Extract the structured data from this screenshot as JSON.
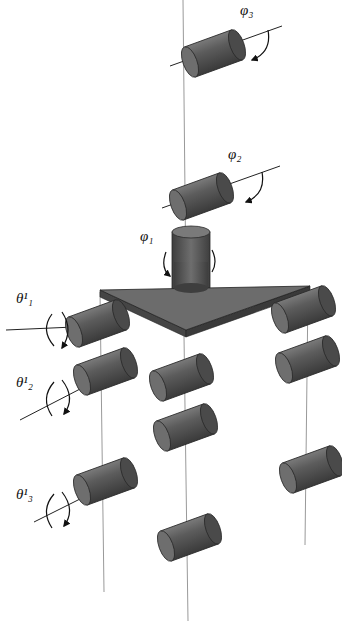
{
  "diagram": {
    "labels": [
      "φ₃",
      "φ₂",
      "φ₁",
      "θ¹₁",
      "θ¹₂",
      "θ¹₃"
    ]
  }
}
